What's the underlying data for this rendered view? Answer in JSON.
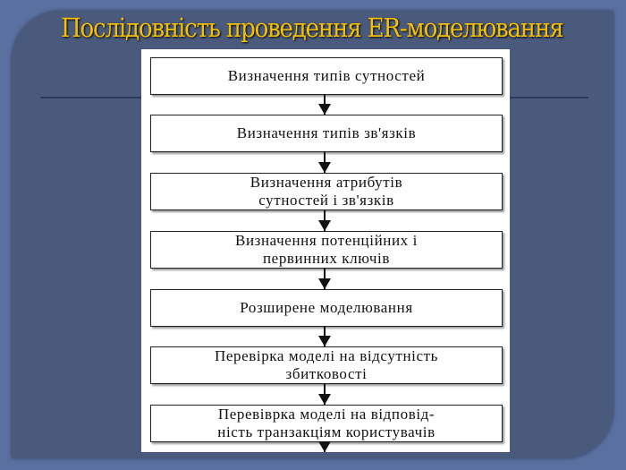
{
  "slide": {
    "title": "Послідовність проведення ER-моделювання",
    "steps": [
      {
        "lines": [
          "Визначення типів сутностей"
        ]
      },
      {
        "lines": [
          "Визначення типів зв'язків"
        ]
      },
      {
        "lines": [
          "Визначення атрибутів",
          "сутностей  і  зв'язків"
        ]
      },
      {
        "lines": [
          "Визначення потенційних  і",
          "первинних ключів"
        ]
      },
      {
        "lines": [
          "Розширене моделювання"
        ]
      },
      {
        "lines": [
          "Перевірка моделі на відсутність",
          "збитковості"
        ]
      },
      {
        "lines": [
          "Перевіврка  моделі  на  відповід-",
          "ність транзакціям користувачів"
        ]
      }
    ]
  }
}
